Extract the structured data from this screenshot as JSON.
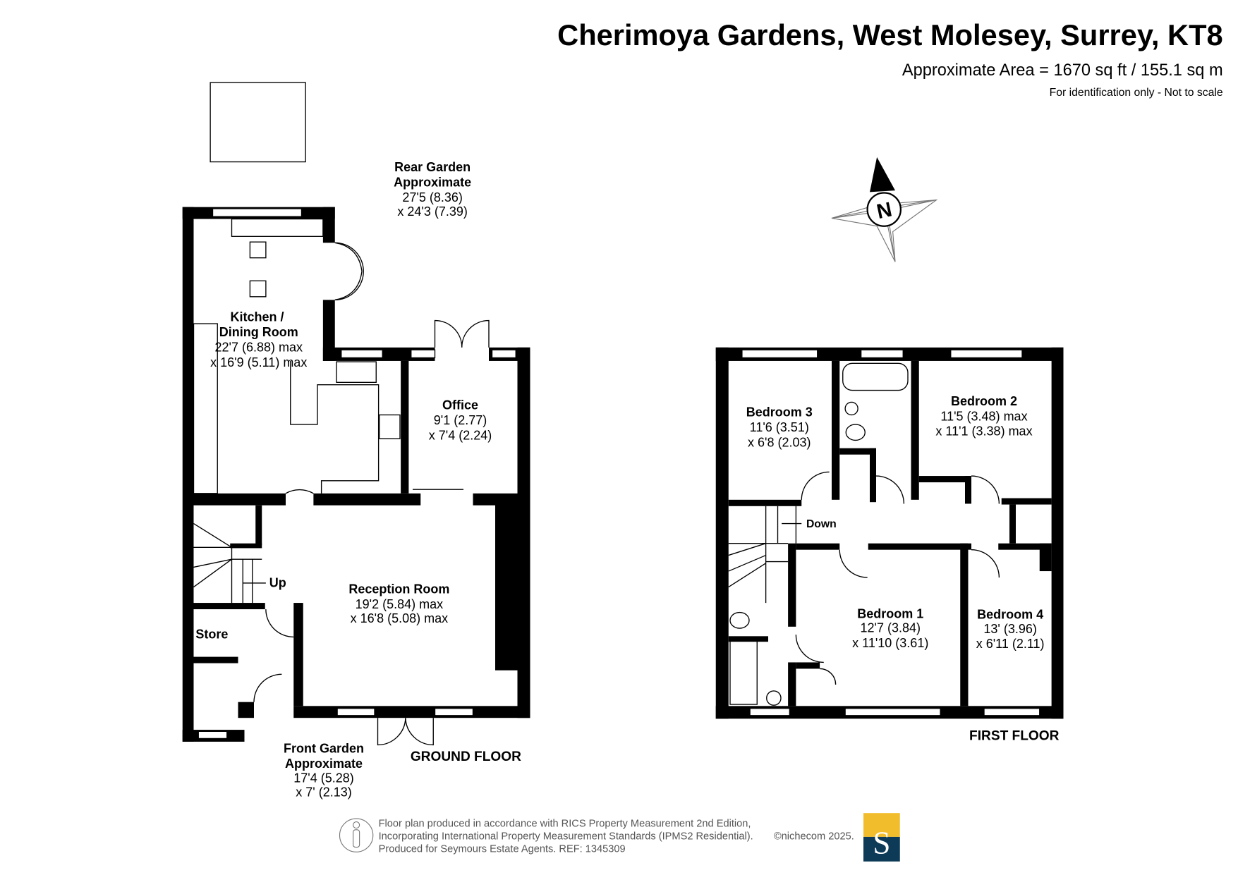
{
  "header": {
    "title": "Cherimoya Gardens, West Molesey, Surrey, KT8",
    "area": "Approximate Area = 1670 sq ft / 155.1 sq m",
    "disclaimer": "For identification only - Not to scale"
  },
  "compass": {
    "label": "N"
  },
  "ground_floor": {
    "label": "GROUND FLOOR",
    "rear_garden": {
      "name1": "Rear Garden",
      "name2": "Approximate",
      "dim1": "27'5 (8.36)",
      "dim2": "x 24'3 (7.39)"
    },
    "kitchen": {
      "name1": "Kitchen /",
      "name2": "Dining Room",
      "dim1": "22'7 (6.88) max",
      "dim2": "x 16'9 (5.11) max"
    },
    "office": {
      "name": "Office",
      "dim1": "9'1 (2.77)",
      "dim2": "x 7'4 (2.24)"
    },
    "reception": {
      "name": "Reception Room",
      "dim1": "19'2 (5.84) max",
      "dim2": "x 16'8 (5.08) max"
    },
    "store": {
      "name": "Store"
    },
    "stairs": {
      "label": "Up"
    },
    "front_garden": {
      "name1": "Front Garden",
      "name2": "Approximate",
      "dim1": "17'4 (5.28)",
      "dim2": "x 7' (2.13)"
    }
  },
  "first_floor": {
    "label": "FIRST FLOOR",
    "bedroom3": {
      "name": "Bedroom 3",
      "dim1": "11'6 (3.51)",
      "dim2": "x 6'8 (2.03)"
    },
    "bedroom2": {
      "name": "Bedroom 2",
      "dim1": "11'5 (3.48) max",
      "dim2": "x 11'1 (3.38) max"
    },
    "bedroom1": {
      "name": "Bedroom 1",
      "dim1": "12'7 (3.84)",
      "dim2": "x 11'10 (3.61)"
    },
    "bedroom4": {
      "name": "Bedroom 4",
      "dim1": "13' (3.96)",
      "dim2": "x 6'11 (2.11)"
    },
    "stairs": {
      "label": "Down"
    }
  },
  "footer": {
    "line1": "Floor plan produced in accordance with RICS Property Measurement 2nd Edition,",
    "line2": "Incorporating International Property Measurement Standards (IPMS2 Residential).",
    "copyright": "©nichecom 2025.",
    "line3": "Produced for Seymours Estate Agents.   REF: 1345309",
    "logo_letter": "S",
    "logo_colors": {
      "top": "#f2bd2c",
      "bottom": "#0d3a57"
    }
  }
}
